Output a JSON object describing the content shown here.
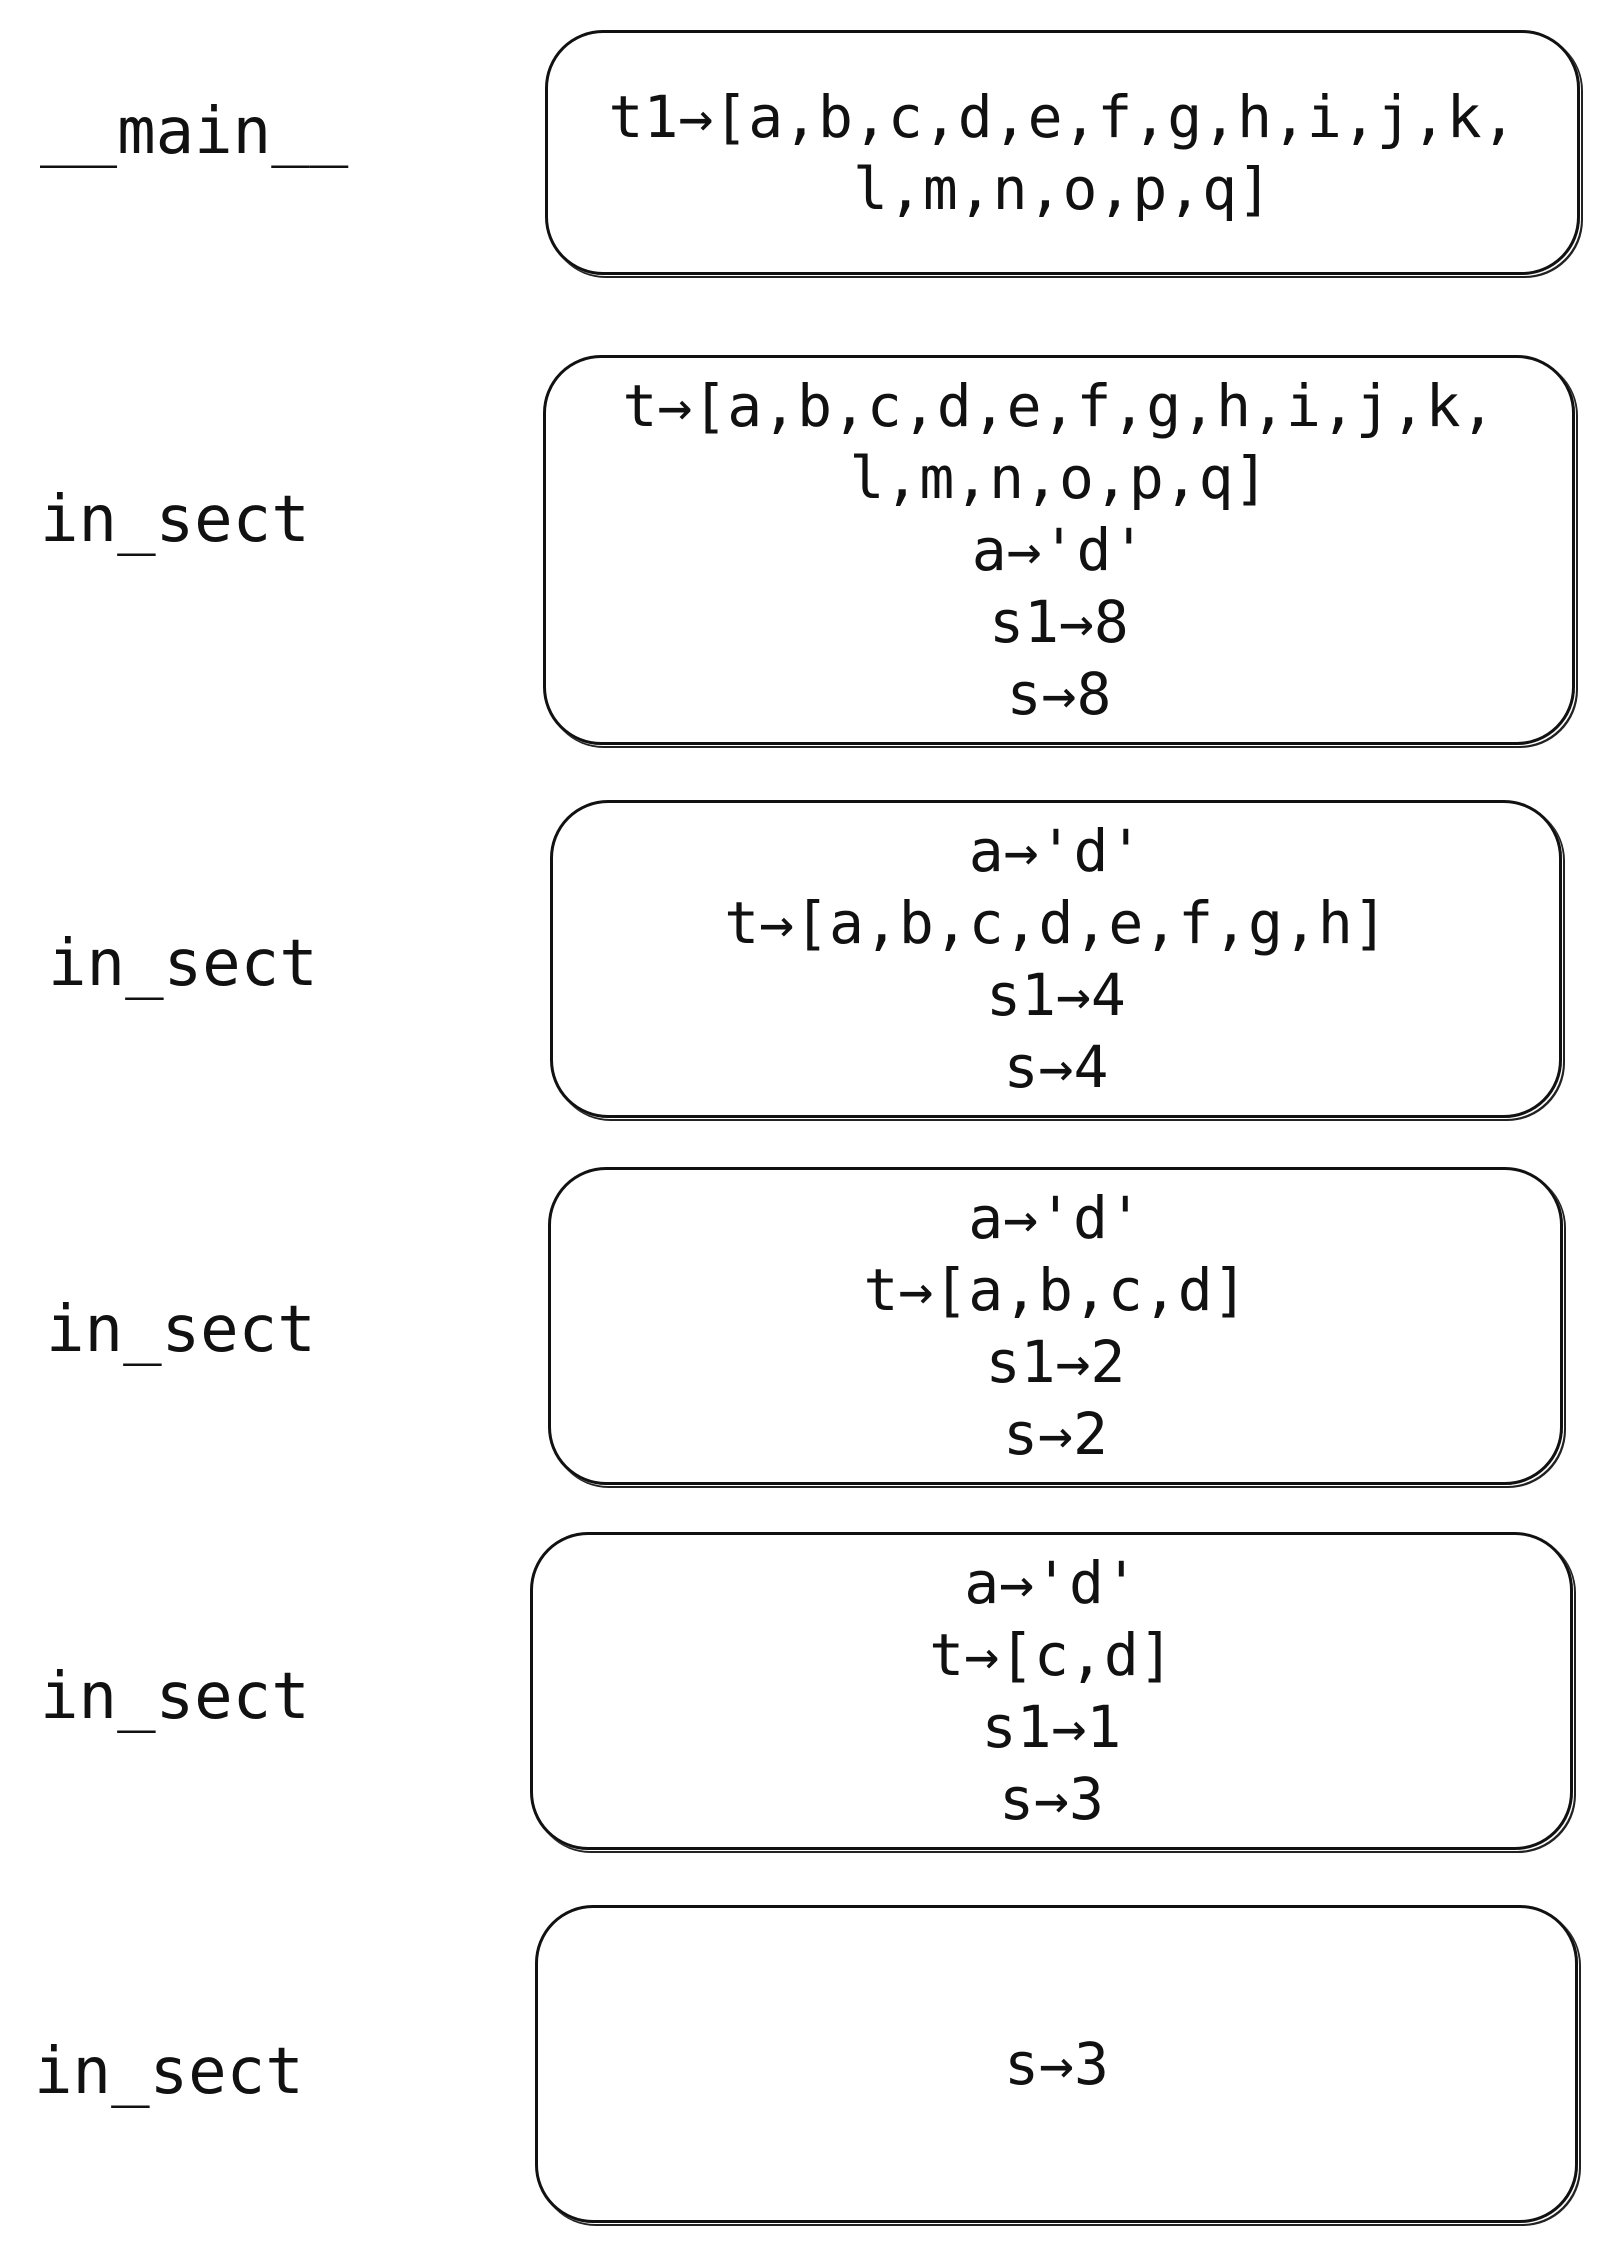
{
  "frames": [
    {
      "name": "__main__",
      "lines": [
        "t1→[a,b,c,d,e,f,g,h,i,j,k,",
        "l,m,n,o,p,q]"
      ]
    },
    {
      "name": "in_sect",
      "lines": [
        "t→[a,b,c,d,e,f,g,h,i,j,k,",
        "l,m,n,o,p,q]",
        "a→'d'",
        "s1→8",
        "s→8"
      ]
    },
    {
      "name": "in_sect",
      "lines": [
        "a→'d'",
        "t→[a,b,c,d,e,f,g,h]",
        "s1→4",
        "s→4"
      ]
    },
    {
      "name": "in_sect",
      "lines": [
        "a→'d'",
        "t→[a,b,c,d]",
        "s1→2",
        "s→2"
      ]
    },
    {
      "name": "in_sect",
      "lines": [
        "a→'d'",
        "t→[c,d]",
        "s1→1",
        "s→3"
      ]
    },
    {
      "name": "in_sect",
      "lines": [
        "s→3"
      ]
    }
  ]
}
